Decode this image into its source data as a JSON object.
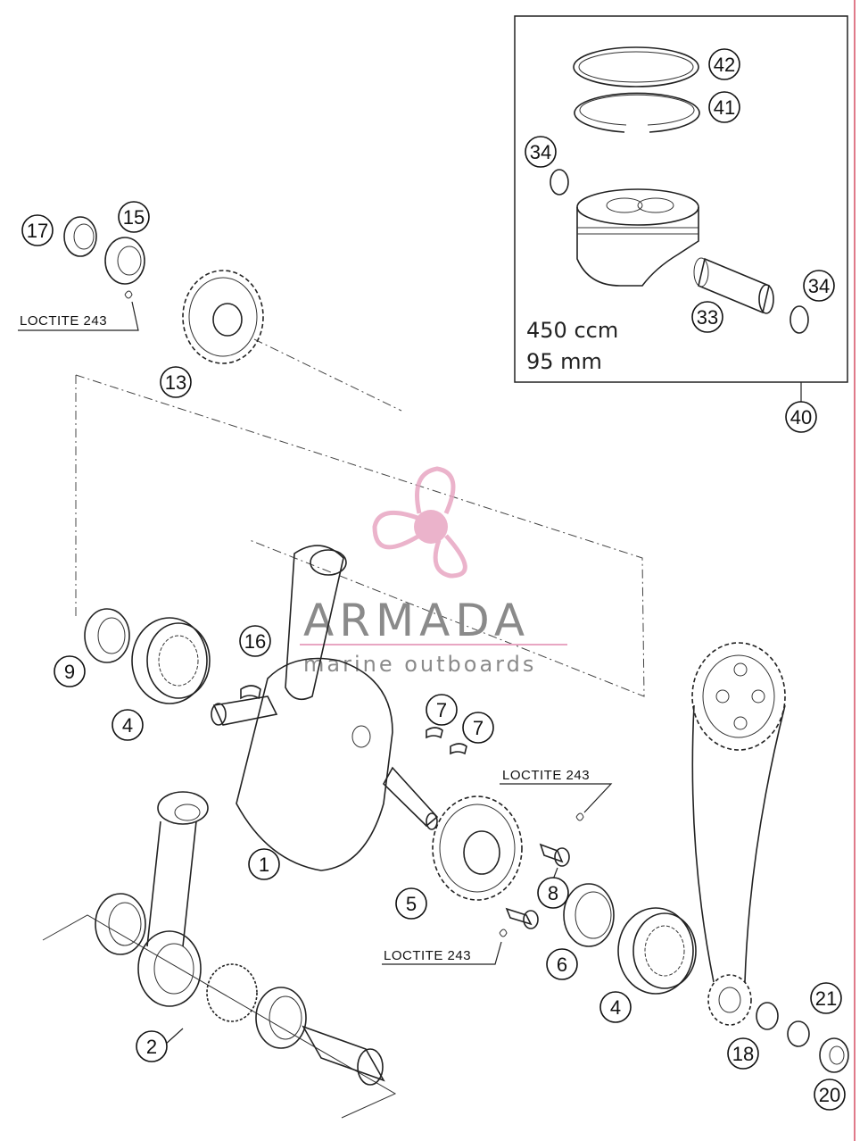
{
  "callouts": {
    "c42": "42",
    "c41": "41",
    "c34a": "34",
    "c34b": "34",
    "c33": "33",
    "c40": "40",
    "c17": "17",
    "c15": "15",
    "c13": "13",
    "c16": "16",
    "c9": "9",
    "c4a": "4",
    "c7a": "7",
    "c7b": "7",
    "c1": "1",
    "c5": "5",
    "c8": "8",
    "c6": "6",
    "c4b": "4",
    "c2": "2",
    "c18": "18",
    "c21": "21",
    "c20": "20"
  },
  "loctite": {
    "top": "LOCTITE 243",
    "mid": "LOCTITE 243",
    "low": "LOCTITE 243"
  },
  "piston_spec": {
    "displacement": "450 ccm",
    "bore": "95 mm"
  },
  "watermark": {
    "brand": "ARMADA",
    "tagline": "marine outboards"
  },
  "colors": {
    "watermark_pink": "#e8a6c2",
    "edge_line": "#e07a8a",
    "ink": "#222222"
  }
}
